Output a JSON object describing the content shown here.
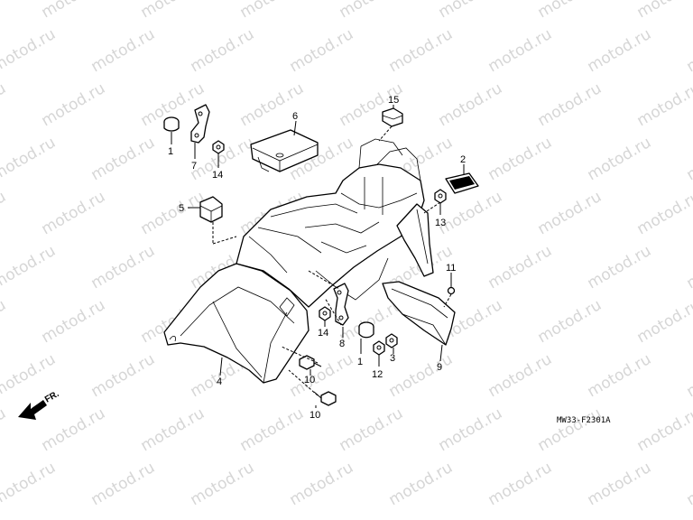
{
  "watermark": "motod.ru",
  "diagram_code": "MW33-F2301A",
  "direction_label": "FR.",
  "parts": [
    {
      "key": "p1a",
      "number": "1"
    },
    {
      "key": "p7",
      "number": "7"
    },
    {
      "key": "p14a",
      "number": "14"
    },
    {
      "key": "p6",
      "number": "6"
    },
    {
      "key": "p15",
      "number": "15"
    },
    {
      "key": "p2",
      "number": "2"
    },
    {
      "key": "p13",
      "number": "13"
    },
    {
      "key": "p5",
      "number": "5"
    },
    {
      "key": "p11",
      "number": "11"
    },
    {
      "key": "p14b",
      "number": "14"
    },
    {
      "key": "p8",
      "number": "8"
    },
    {
      "key": "p1b",
      "number": "1"
    },
    {
      "key": "p3",
      "number": "3"
    },
    {
      "key": "p12",
      "number": "12"
    },
    {
      "key": "p9",
      "number": "9"
    },
    {
      "key": "p4",
      "number": "4"
    },
    {
      "key": "p10a",
      "number": "10"
    },
    {
      "key": "p10b",
      "number": "10"
    }
  ]
}
